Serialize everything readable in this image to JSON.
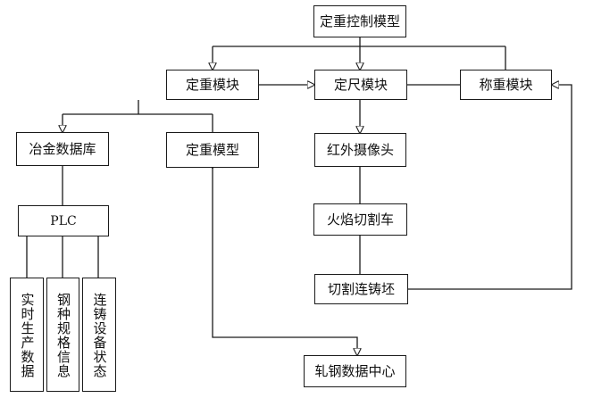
{
  "diagram": {
    "nodes": {
      "control_model": "定重控制模型",
      "weight_module": "定重模块",
      "length_module": "定尺模块",
      "scale_module": "称重模块",
      "metallurgy_db": "冶金数据库",
      "weight_model": "定重模型",
      "ir_camera": "红外摄像头",
      "flame_cutter": "火焰切割车",
      "cut_billet": "切割连铸坯",
      "plc": "PLC",
      "realtime_data": "实时生产数据",
      "steel_spec": "钢种规格信息",
      "caster_status": "连铸设备状态",
      "rolling_center": "轧钢数据中心"
    },
    "colors": {
      "line": "#1a1a1a",
      "background": "#ffffff"
    }
  }
}
